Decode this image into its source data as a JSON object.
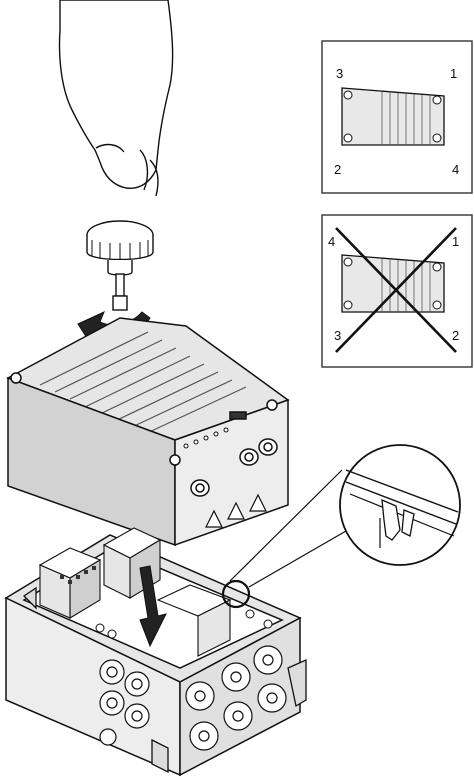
{
  "panel_correct": {
    "corner_labels": {
      "top_left": "3",
      "top_right": "1",
      "bottom_left": "2",
      "bottom_right": "4"
    }
  },
  "panel_wrong": {
    "corner_labels": {
      "top_left": "4",
      "top_right": "1",
      "bottom_left": "3",
      "bottom_right": "2"
    }
  },
  "colors": {
    "outline": "#111111",
    "housing_fill": "#e6e6e6",
    "housing_shade": "#bfbfbf",
    "arrow_fill": "#222222",
    "panel_border": "#333333"
  },
  "icons": [
    "hand-with-screwdriver-icon",
    "rotate-arrow-icon",
    "down-arrow-icon",
    "warning-triangle-icon",
    "magnifier-callout-icon",
    "cross-out-icon"
  ]
}
